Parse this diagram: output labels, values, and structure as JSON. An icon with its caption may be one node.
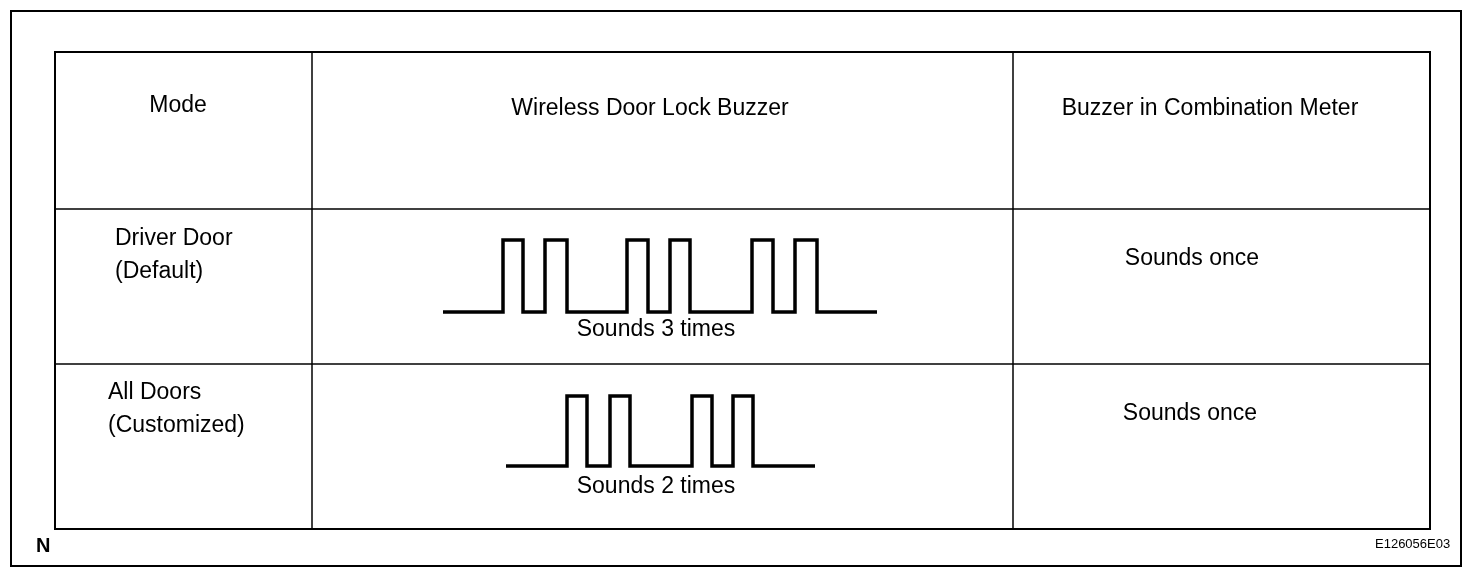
{
  "diagram": {
    "labels": [
      "Mode",
      "Wireless Door Lock Buzzer",
      "Buzzer in Combination Meter",
      "Driver Door (Default)",
      "Sounds 3 times",
      "Sounds once",
      "All Doors (Customized)",
      "Sounds 2 times",
      "Sounds once",
      "N",
      "E126056E03"
    ]
  }
}
